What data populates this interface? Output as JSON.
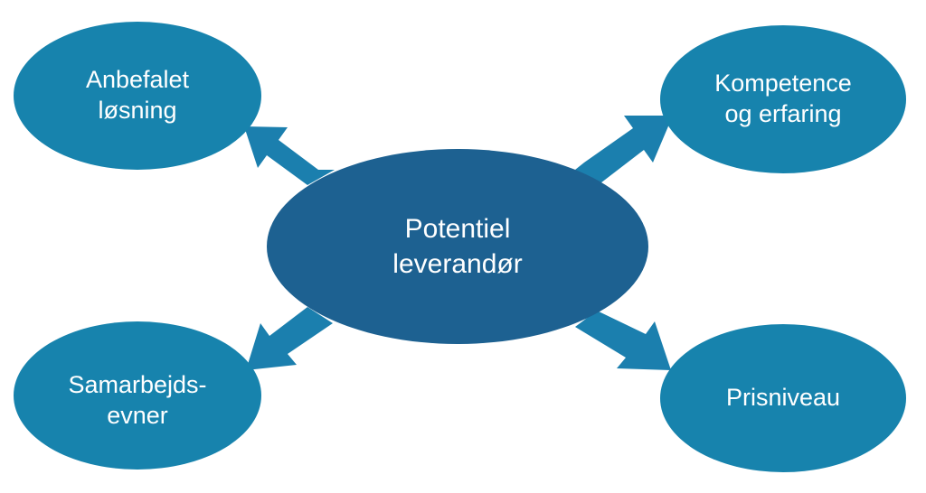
{
  "diagram": {
    "center": {
      "line1": "Potentiel",
      "line2": "leverandør"
    },
    "nodes": [
      {
        "id": "top-left",
        "line1": "Anbefalet",
        "line2": "løsning"
      },
      {
        "id": "top-right",
        "line1": "Kompetence",
        "line2": "og erfaring"
      },
      {
        "id": "bottom-left",
        "line1": "Samarbejds-",
        "line2": "evner"
      },
      {
        "id": "bottom-right",
        "line1": "Prisniveau",
        "line2": ""
      }
    ]
  },
  "colors": {
    "outer_node": "#1783ad",
    "center_node": "#1d6191",
    "arrow": "#1b7fae",
    "text": "#ffffff"
  }
}
